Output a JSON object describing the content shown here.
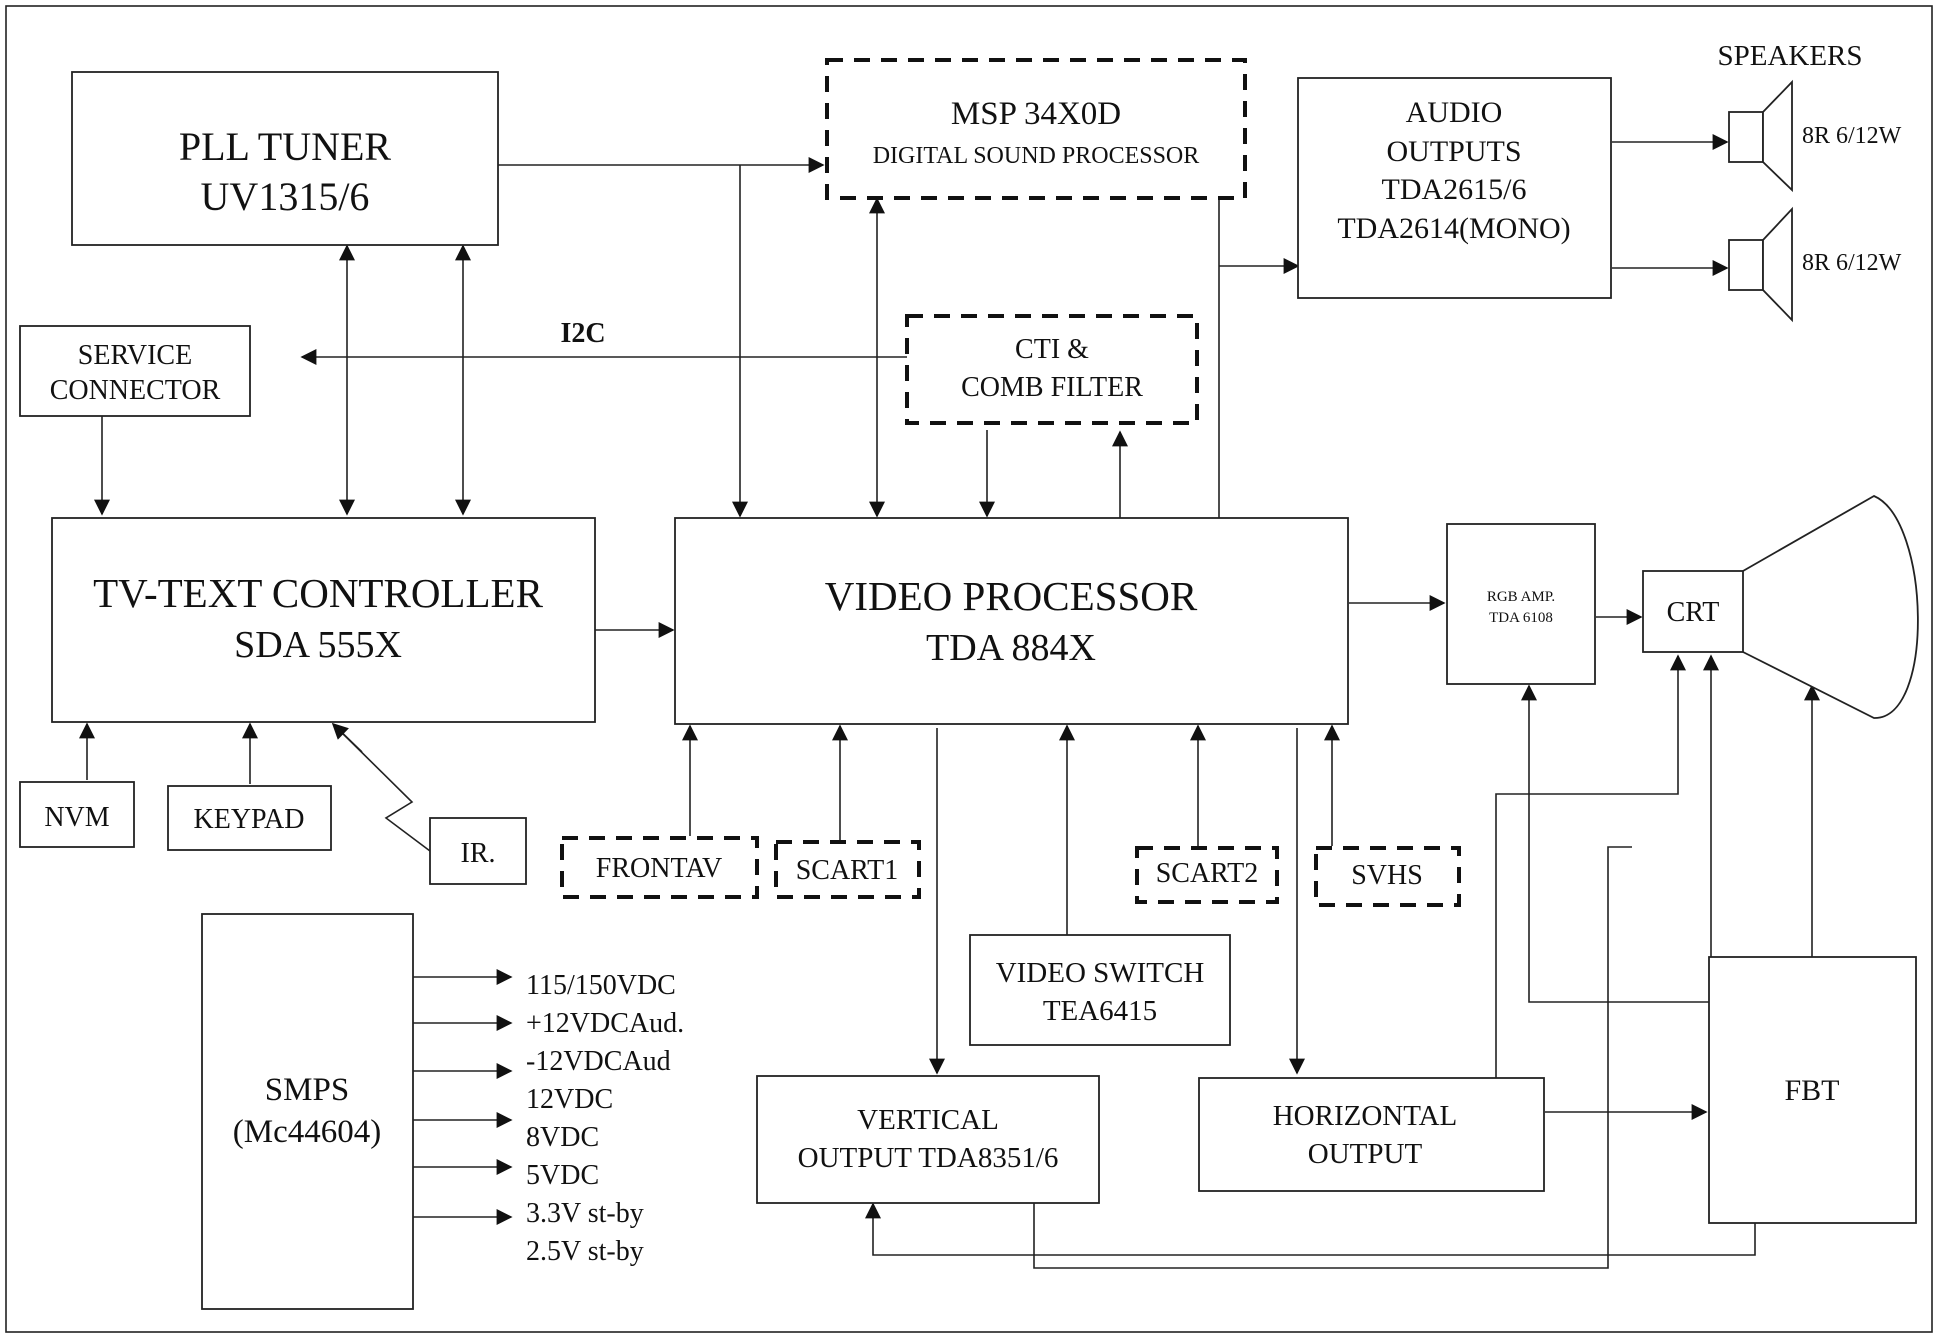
{
  "blocks": {
    "pll_tuner": [
      "PLL TUNER",
      "UV1315/6"
    ],
    "msp": [
      "MSP 34X0D",
      "DIGITAL SOUND PROCESSOR"
    ],
    "audio_outputs": [
      "AUDIO",
      "OUTPUTS",
      "TDA2615/6",
      "TDA2614(MONO)"
    ],
    "service_connector": [
      "SERVICE",
      "CONNECTOR"
    ],
    "cti": [
      "CTI  &",
      "COMB FILTER"
    ],
    "tv_text": [
      "TV-TEXT CONTROLLER",
      "SDA 555X"
    ],
    "video_processor": [
      "VIDEO PROCESSOR",
      "TDA 884X"
    ],
    "rgb_amp": [
      "RGB AMP.",
      "TDA 6108"
    ],
    "crt": "CRT",
    "nvm": "NVM",
    "keypad": "KEYPAD",
    "ir": "IR.",
    "frontav": "FRONTAV",
    "scart1": "SCART1",
    "scart2": "SCART2",
    "svhs": "SVHS",
    "smps": [
      "SMPS",
      "(Mc44604)"
    ],
    "video_switch": [
      "VIDEO SWITCH",
      "TEA6415"
    ],
    "vertical_output": [
      "VERTICAL",
      "OUTPUT TDA8351/6"
    ],
    "horizontal_output": [
      "HORIZONTAL",
      "OUTPUT"
    ],
    "fbt": "FBT"
  },
  "labels": {
    "speakers": "SPEAKERS",
    "speaker1": "8R 6/12W",
    "speaker2": "8R 6/12W",
    "i2c": "I2C"
  },
  "smps_outputs": [
    "115/150VDC",
    "+12VDCAud.",
    "-12VDCAud",
    "12VDC",
    "8VDC",
    "5VDC",
    "3.3V st-by",
    "2.5V st-by"
  ]
}
